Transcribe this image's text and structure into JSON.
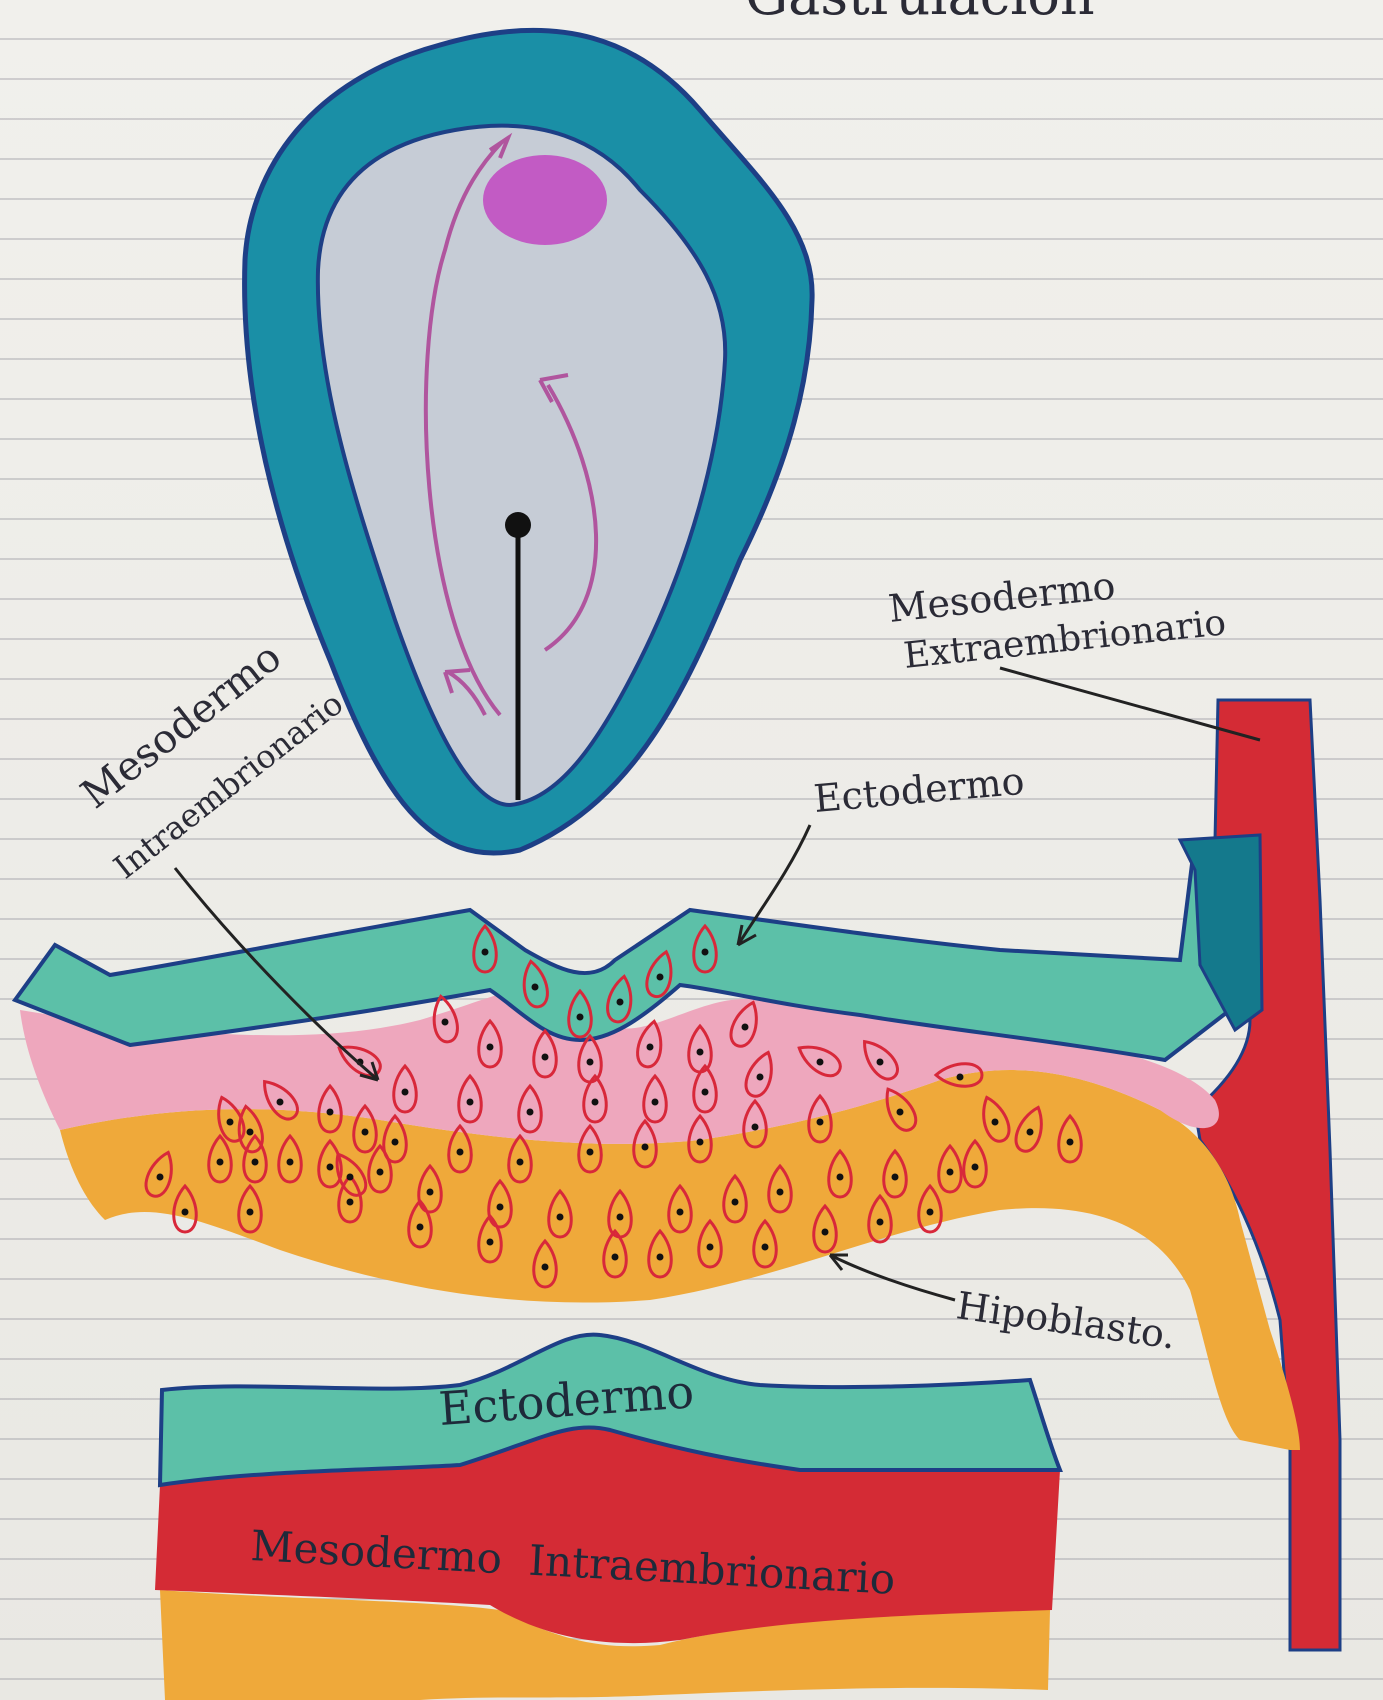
{
  "title": "Gastrulación",
  "labels": {
    "mesodermo_extraembrionario_line1": "Mesodermo",
    "mesodermo_extraembrionario_line2": "Extraembrionario",
    "mesodermo_intraembrionario_line1": "Mesodermo",
    "mesodermo_intraembrionario_line2": "Intraembrionario",
    "ectodermo_top": "Ectodermo",
    "hipoblasto": "Hipoblasto.",
    "ectodermo_bottom": "Ectodermo",
    "mesodermo_intraembrionario_bottom": "Mesodermo  Intraembrionario"
  },
  "colors": {
    "epiblast_blue": "#1a8fa6",
    "disc_gray": "#c6ccd6",
    "nucleus_purple": "#c25bc4",
    "arrow_purple": "#b0559e",
    "ectoderm_teal": "#5cc0a8",
    "mesoderm_pink": "#eea7bd",
    "hypoblast_orange": "#efa93a",
    "extraemb_red": "#d42b35",
    "cell_red": "#d8283a",
    "outline_navy": "#1f3b8a"
  }
}
